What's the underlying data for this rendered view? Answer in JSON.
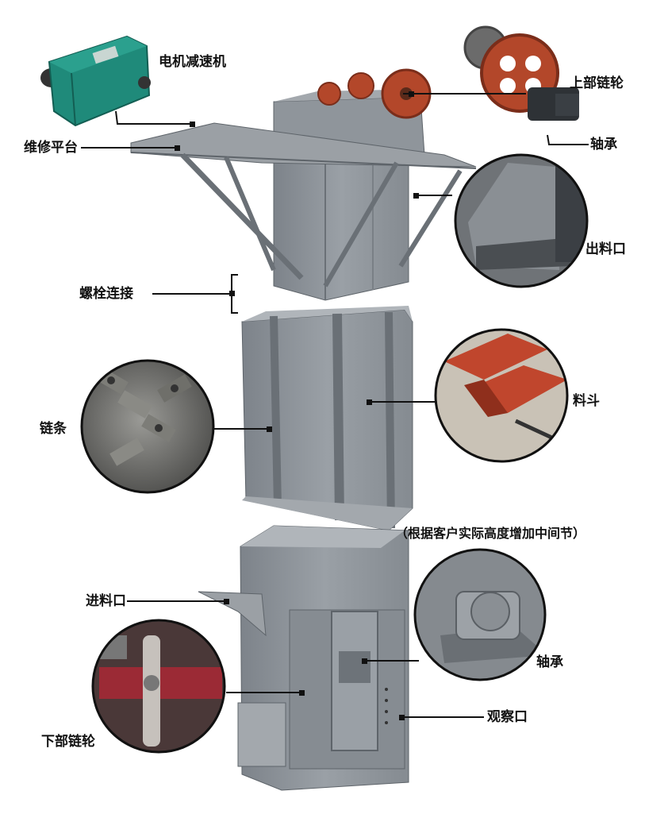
{
  "labels": {
    "motor_reducer": "电机减速机",
    "upper_sprocket": "上部链轮",
    "maintenance_platform": "维修平台",
    "bearing_top": "轴承",
    "discharge_outlet": "出料口",
    "bolt_connection": "螺栓连接",
    "chain": "链条",
    "hopper": "料斗",
    "note_middle_section": "（根据客户实际高度增加中间节）",
    "feed_inlet": "进料口",
    "bearing_bottom": "轴承",
    "inspection_port": "观察口",
    "lower_sprocket": "下部链轮"
  },
  "colors": {
    "steel": "#8e949a",
    "steel_dark": "#6d7379",
    "steel_light": "#a9aeb3",
    "gearbox": "#1f8a7a",
    "sprocket": "#b3472a",
    "hopper": "#c0462d",
    "leader": "#111111"
  }
}
